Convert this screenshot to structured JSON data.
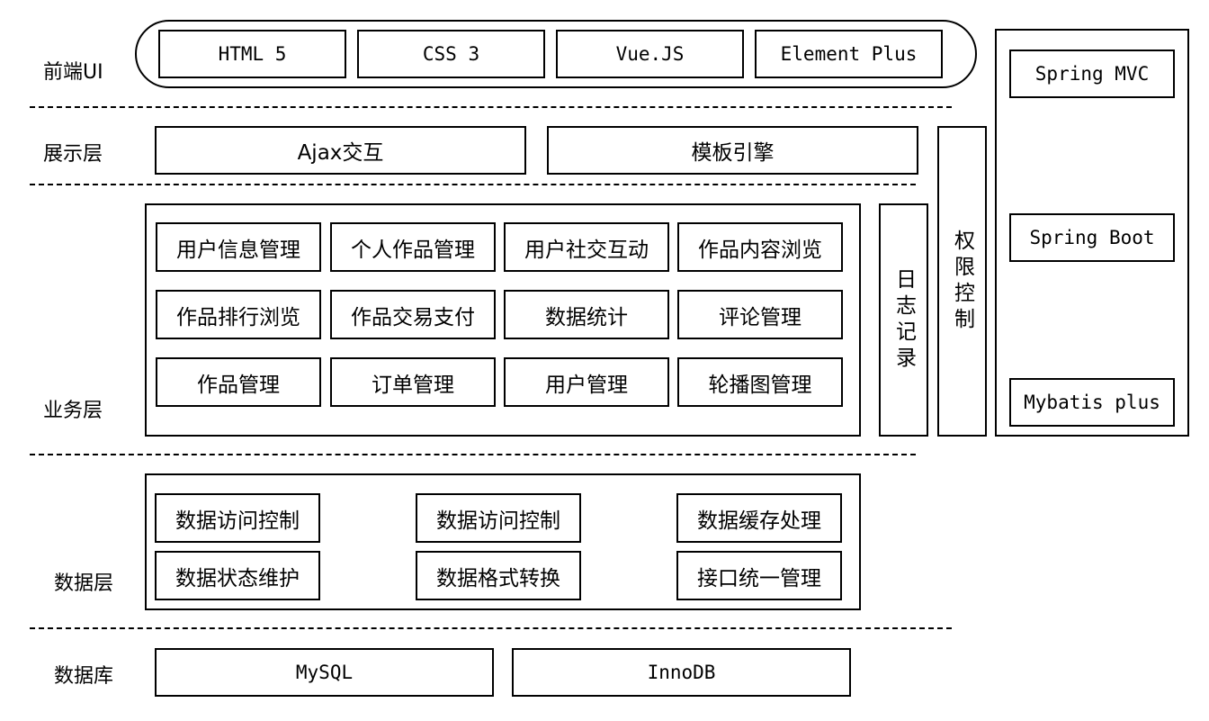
{
  "layers": {
    "frontend": "前端UI",
    "display": "展示层",
    "business": "业务层",
    "data": "数据层",
    "database": "数据库"
  },
  "frontend_items": [
    "HTML 5",
    "CSS 3",
    "Vue.JS",
    "Element Plus"
  ],
  "display_items": [
    "Ajax交互",
    "模板引擎"
  ],
  "business_items": [
    "用户信息管理",
    "个人作品管理",
    "用户社交互动",
    "作品内容浏览",
    "作品排行浏览",
    "作品交易支付",
    "数据统计",
    "评论管理",
    "作品管理",
    "订单管理",
    "用户管理",
    "轮播图管理"
  ],
  "data_items": [
    "数据访问控制",
    "数据访问控制",
    "数据缓存处理",
    "数据状态维护",
    "数据格式转换",
    "接口统一管理"
  ],
  "database_items": [
    "MySQL",
    "InnoDB"
  ],
  "side": {
    "log": "日志记录",
    "auth": "权限控制",
    "frameworks": [
      "Spring MVC",
      "Spring Boot",
      "Mybatis plus"
    ]
  }
}
